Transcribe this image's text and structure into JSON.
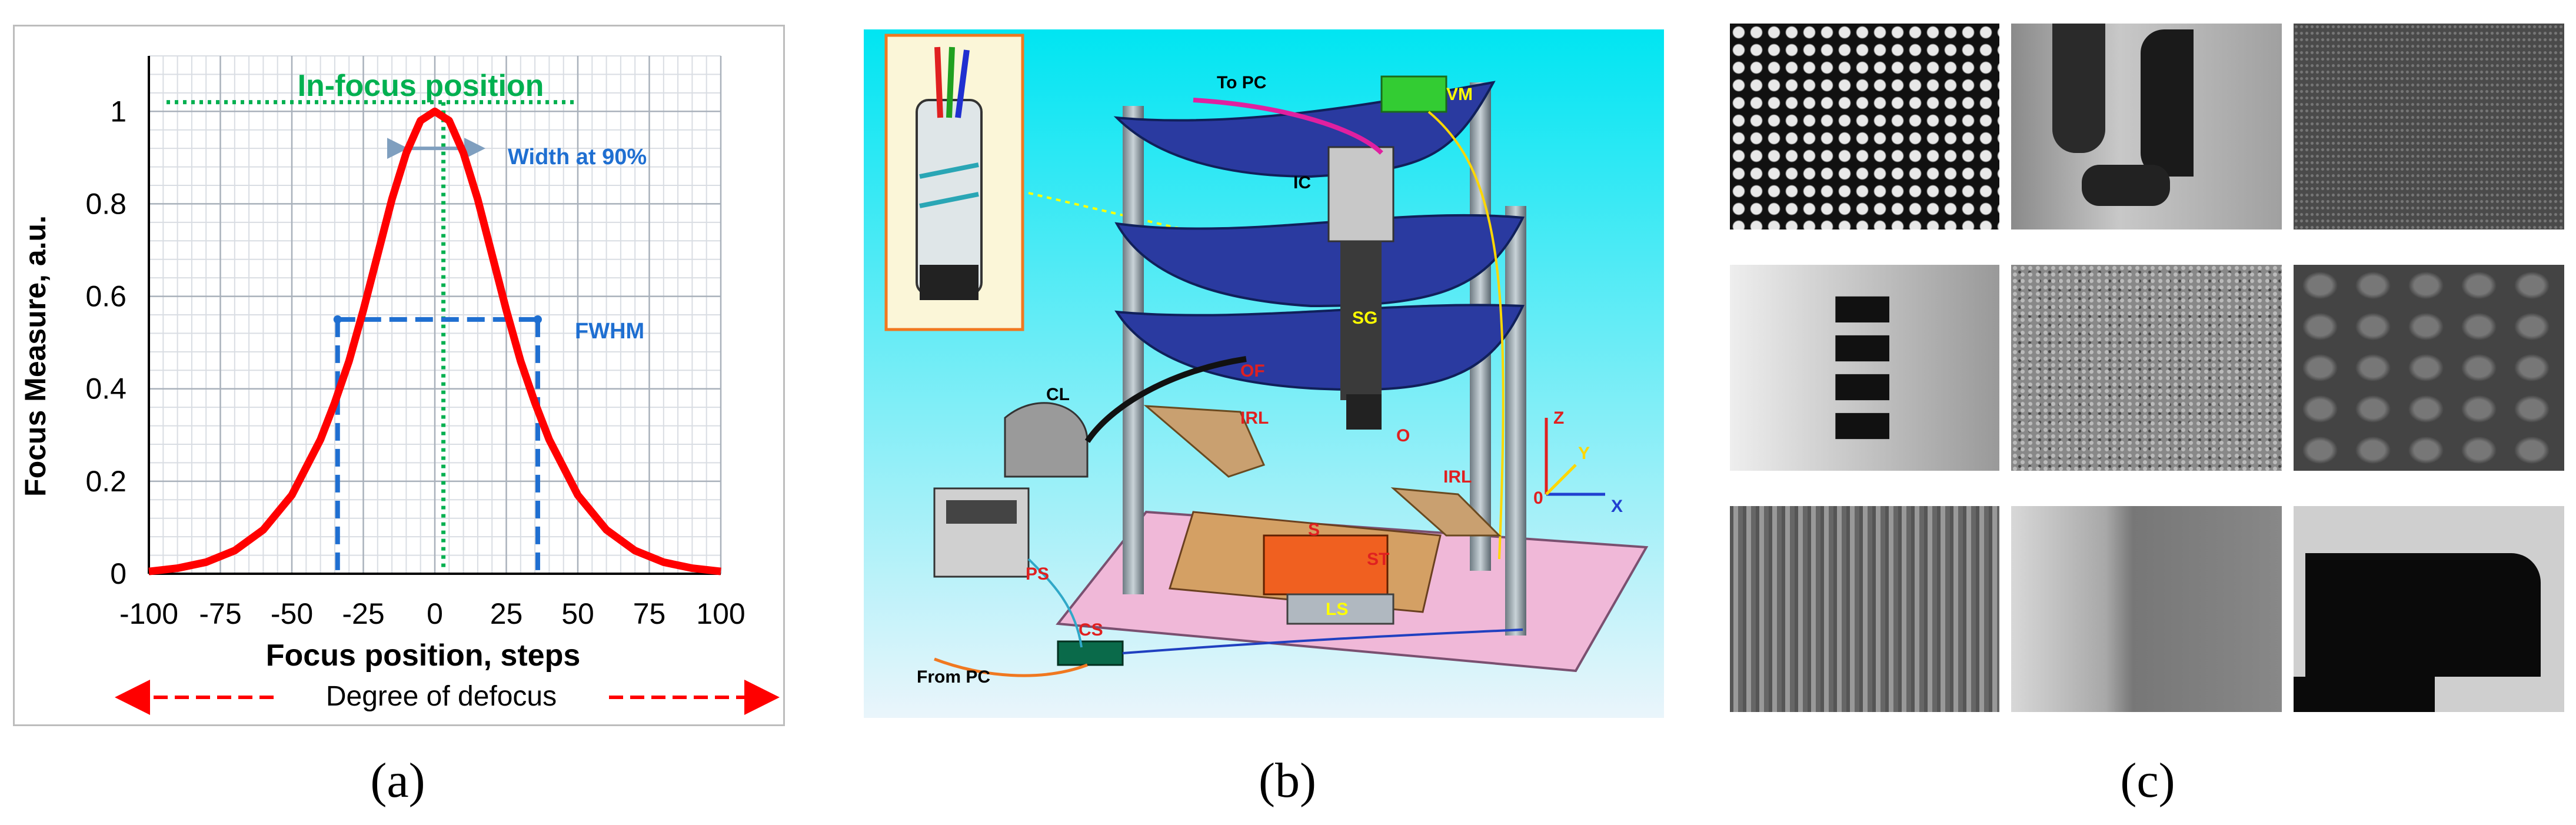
{
  "captions": {
    "a": "(a)",
    "b": "(b)",
    "c": "(c)"
  },
  "chart_data": {
    "type": "line",
    "title": "In-focus position",
    "xlabel": "Focus position, steps",
    "ylabel": "Focus Measure, a.u.",
    "xlim": [
      -100,
      100
    ],
    "ylim": [
      0,
      1.12
    ],
    "x_ticks": [
      "-100",
      "-75",
      "-50",
      "-25",
      "0",
      "25",
      "50",
      "75",
      "100"
    ],
    "y_ticks": [
      "0",
      "0.2",
      "0.4",
      "0.6",
      "0.8",
      "1"
    ],
    "grid": true,
    "series": [
      {
        "color": "#ff0000",
        "x": [
          -100,
          -90,
          -80,
          -70,
          -60,
          -50,
          -40,
          -35,
          -30,
          -25,
          -20,
          -15,
          -10,
          -5,
          0,
          5,
          10,
          15,
          20,
          25,
          30,
          35,
          40,
          50,
          60,
          70,
          80,
          90,
          100
        ],
        "y": [
          0.005,
          0.012,
          0.025,
          0.05,
          0.095,
          0.17,
          0.29,
          0.37,
          0.46,
          0.57,
          0.69,
          0.81,
          0.91,
          0.98,
          1.0,
          0.98,
          0.91,
          0.81,
          0.69,
          0.57,
          0.46,
          0.37,
          0.29,
          0.17,
          0.095,
          0.05,
          0.025,
          0.012,
          0.005
        ]
      }
    ],
    "annotations": {
      "width90": "Width at 90%",
      "fwhm": "FWHM",
      "defocus": "Degree of defocus"
    },
    "colors": {
      "curve": "#ff0000",
      "focus": "#00b050",
      "fwhm": "#1f6fd1",
      "width90": "#7f9fbf",
      "label_blue": "#1f6fd1"
    }
  },
  "apparatus": {
    "labels": [
      "To PC",
      "VM",
      "IC",
      "SG",
      "OF",
      "IRL",
      "O",
      "CL",
      "S",
      "ST",
      "LS",
      "PS",
      "CS",
      "From PC",
      "IRL"
    ],
    "axes": {
      "z": "Z",
      "y": "Y",
      "x": "X",
      "origin": "0"
    }
  },
  "images": {
    "tiles": [
      "dot-pattern",
      "printed-letters-bright",
      "fine-noise-texture",
      "printed-text-label",
      "granular-texture",
      "blob-texture",
      "streaked-surface",
      "scratched-surface",
      "dark-blob-surface"
    ]
  }
}
